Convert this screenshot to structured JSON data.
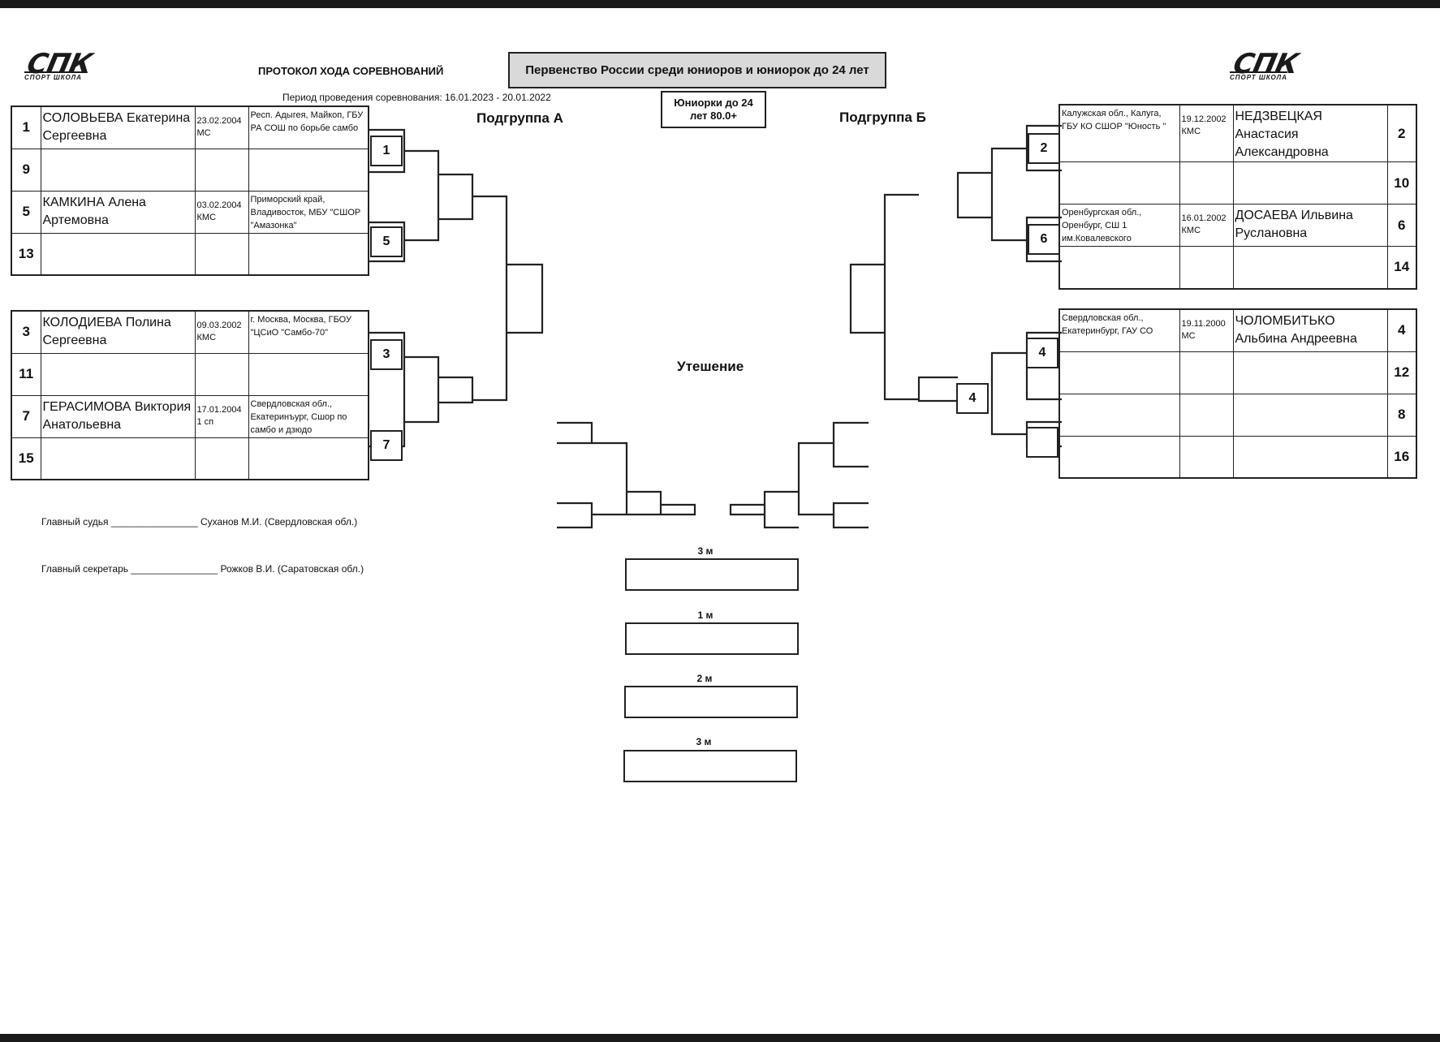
{
  "header": {
    "logo_text": "СПК",
    "logo_subtext": "СПОРТ ШКОЛА",
    "protocol_title": "ПРОТОКОЛ ХОДА СОРЕВНОВАНИЙ",
    "championship": "Первенство России среди юниоров и юниорок до 24 лет",
    "period": "Период проведения соревнования: 16.01.2023 - 20.01.2022",
    "category_line1": "Юниорки до 24",
    "category_line2": "лет 80.0+"
  },
  "group_a": {
    "title": "Подгруппа А",
    "pairs": [
      {
        "rows": [
          {
            "num": "1",
            "name": "СОЛОВЬЕВА Екатерина Сергеевна",
            "dob": "23.02.2004",
            "rank": "МС",
            "club": "Респ. Адыгея, Майкоп, ГБУ РА СОШ по борьбе самбо"
          },
          {
            "num": "9",
            "name": "",
            "dob": "",
            "rank": "",
            "club": ""
          },
          {
            "num": "5",
            "name": "КАМКИНА Алена Артемовна",
            "dob": "03.02.2004",
            "rank": "КМС",
            "club": "Приморский край, Владивосток, МБУ \"СШОР \"Амазонка\""
          },
          {
            "num": "13",
            "name": "",
            "dob": "",
            "rank": "",
            "club": ""
          }
        ]
      },
      {
        "rows": [
          {
            "num": "3",
            "name": "КОЛОДИЕВА Полина Сергеевна",
            "dob": "09.03.2002",
            "rank": "КМС",
            "club": "г. Москва, Москва, ГБОУ \"ЦСиО \"Самбо-70\""
          },
          {
            "num": "11",
            "name": "",
            "dob": "",
            "rank": "",
            "club": ""
          },
          {
            "num": "7",
            "name": "ГЕРАСИМОВА Виктория Анатольевна",
            "dob": "17.01.2004",
            "rank": "1 сп",
            "club": "Свердловская обл., Екатеринъург, Сшор по самбо и дзюдо"
          },
          {
            "num": "15",
            "name": "",
            "dob": "",
            "rank": "",
            "club": ""
          }
        ]
      }
    ],
    "bracket_boxes": [
      "1",
      "5",
      "3",
      "7"
    ]
  },
  "group_b": {
    "title": "Подгруппа Б",
    "pairs": [
      {
        "rows": [
          {
            "num": "2",
            "name": "НЕДЗВЕЦКАЯ Анастасия Александровна",
            "dob": "19.12.2002",
            "rank": "КМС",
            "club": "Калужская обл., Калуга, ГБУ КО СШОР \"Юность \""
          },
          {
            "num": "10",
            "name": "",
            "dob": "",
            "rank": "",
            "club": ""
          },
          {
            "num": "6",
            "name": "ДОСАЕВА Ильвина Руслановна",
            "dob": "16.01.2002",
            "rank": "КМС",
            "club": "Оренбургская обл., Оренбург, СШ 1 им.Ковалевского"
          },
          {
            "num": "14",
            "name": "",
            "dob": "",
            "rank": "",
            "club": ""
          }
        ]
      },
      {
        "rows": [
          {
            "num": "4",
            "name": "ЧОЛОМБИТЬКО Альбина Андреевна",
            "dob": "19.11.2000",
            "rank": "МС",
            "club": "Свердловская обл., Екатеринбург, ГАУ СО"
          },
          {
            "num": "12",
            "name": "",
            "dob": "",
            "rank": "",
            "club": ""
          },
          {
            "num": "8",
            "name": "",
            "dob": "",
            "rank": "",
            "club": ""
          },
          {
            "num": "16",
            "name": "",
            "dob": "",
            "rank": "",
            "club": ""
          }
        ]
      }
    ],
    "bracket_boxes": [
      "2",
      "6",
      "4",
      "",
      "4"
    ]
  },
  "consolation": {
    "title": "Утешение"
  },
  "places": [
    {
      "label": "3 м"
    },
    {
      "label": "1 м"
    },
    {
      "label": "2 м"
    },
    {
      "label": "3 м"
    }
  ],
  "officials": {
    "chief_judge_label": "Главный судья",
    "chief_judge_line": "________________",
    "chief_judge_name": "Суханов  М.И. (Свердловская обл.)",
    "chief_secretary_label": "Главный секретарь",
    "chief_secretary_line": "________________",
    "chief_secretary_name": "Рожков В.И. (Саратовская обл.)"
  }
}
